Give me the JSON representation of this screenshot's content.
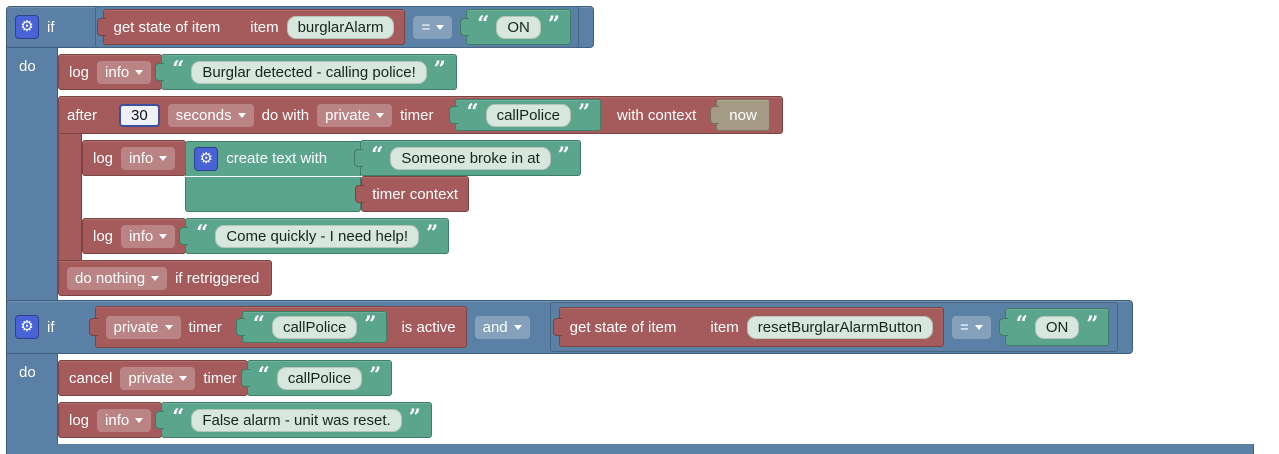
{
  "icons": {
    "gear": "⚙",
    "quote_open": "“",
    "quote_close": "”"
  },
  "colors": {
    "logic_blue": "#5b80a5",
    "action_red": "#a55b5b",
    "text_green": "#5ba58c",
    "context_tan": "#a59b84",
    "field_light": "#d8e7de",
    "gear_badge_blue": "#4763d6"
  },
  "rule1": {
    "if_label": "if",
    "do_label": "do",
    "condition": {
      "get_state_label": "get state of item",
      "item_label": "item",
      "item_name": "burglarAlarm",
      "operator": "=",
      "compare_value": "ON"
    },
    "log_burglar": {
      "log_label": "log",
      "level": "info",
      "message": "Burglar detected - calling police!"
    },
    "after_timer": {
      "after_label": "after",
      "duration": "30",
      "unit": "seconds",
      "do_with_label": "do with",
      "scope": "private",
      "timer_label": "timer",
      "timer_name": "callPolice",
      "with_context_label": "with context",
      "context_value": "now",
      "log_create": {
        "log_label": "log",
        "level": "info"
      },
      "create_text": {
        "label": "create text with",
        "item1": "Someone broke in at",
        "item2_label": "timer context"
      },
      "log_help": {
        "log_label": "log",
        "level": "info",
        "message": "Come quickly - I need help!"
      },
      "retrigger_policy": "do nothing",
      "retrigger_label": "if retriggered"
    }
  },
  "rule2": {
    "if_label": "if",
    "do_label": "do",
    "timer_active": {
      "scope": "private",
      "timer_label": "timer",
      "timer_name": "callPolice",
      "active_label": "is active"
    },
    "and_operator": "and",
    "condition": {
      "get_state_label": "get state of item",
      "item_label": "item",
      "item_name": "resetBurglarAlarmButton",
      "operator": "=",
      "compare_value": "ON"
    },
    "cancel_timer": {
      "cancel_label": "cancel",
      "scope": "private",
      "timer_label": "timer",
      "timer_name": "callPolice"
    },
    "log_reset": {
      "log_label": "log",
      "level": "info",
      "message": "False alarm - unit was reset."
    }
  }
}
